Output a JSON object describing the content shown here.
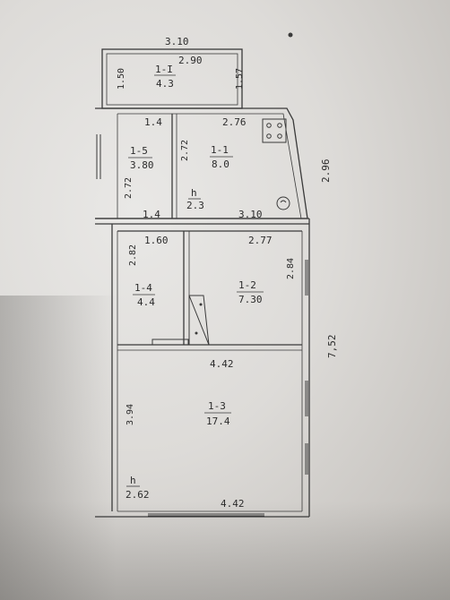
{
  "rooms": {
    "r1_I": {
      "id": "1-I",
      "area": "4.3"
    },
    "r1_5": {
      "id": "1-5",
      "area": "3.80"
    },
    "r1_1": {
      "id": "1-1",
      "area": "8.0"
    },
    "r1_4": {
      "id": "1-4",
      "area": "4.4"
    },
    "r1_2": {
      "id": "1-2",
      "area": "7.30"
    },
    "r1_3": {
      "id": "1-3",
      "area": "17.4"
    }
  },
  "dimensions": {
    "porch_outer_width": "3.10",
    "porch_inner_width": "2.90",
    "porch_left_height": "1.50",
    "porch_right_height": "1.57",
    "r15_width": "1.4",
    "r11_width": "2.76",
    "r11_height": "2.72",
    "right_diagonal": "2.96",
    "r15_height": "2.72",
    "r15_bottom_width": "1.4",
    "corridor_width": "3.10",
    "height_note": "2.3",
    "h_mark": "h",
    "r14_width": "1.60",
    "r12_width": "2.77",
    "r14_height": "2.82",
    "r12_height": "2.84",
    "total_right": "7,52",
    "r13_top_width": "4.42",
    "r13_height": "3.94",
    "r13_bottom_height_note": "2.62",
    "r13_bottom_width": "4.42"
  },
  "symbols": {
    "stove_icon": "stove",
    "boiler_icon": "boiler"
  }
}
